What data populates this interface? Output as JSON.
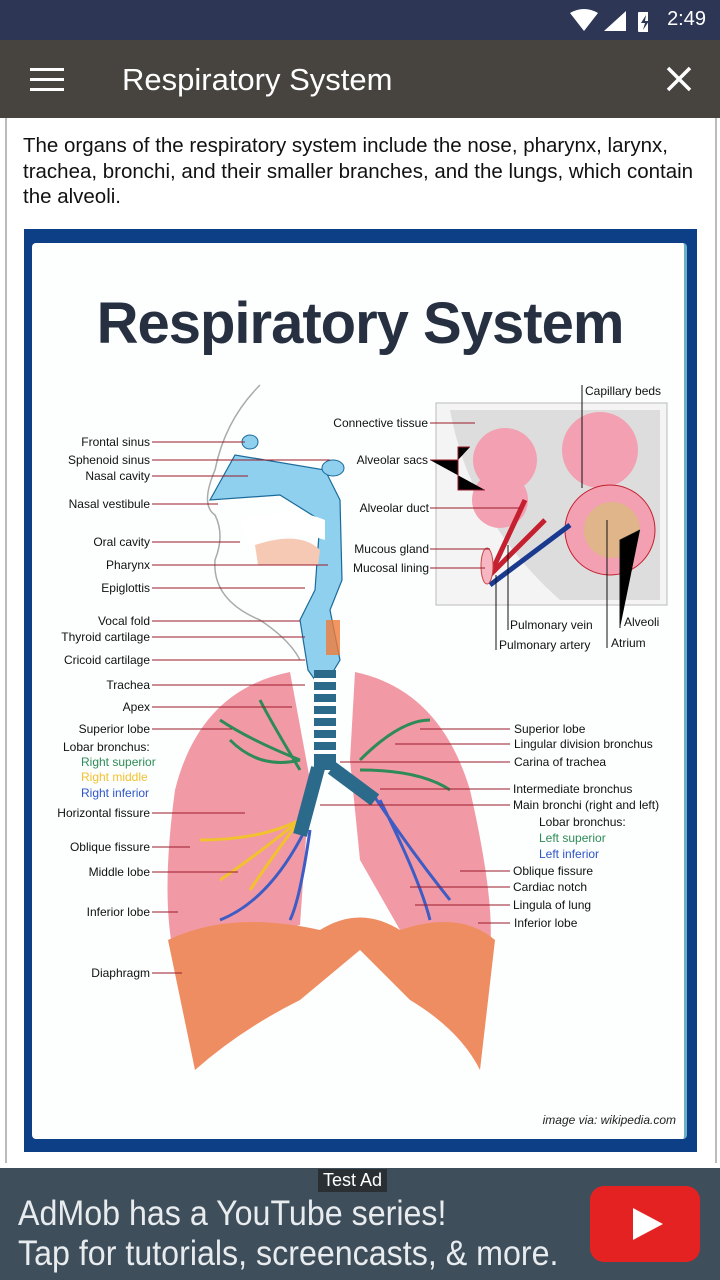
{
  "status_bar": {
    "time": "2:49",
    "icons": [
      "wifi-icon",
      "signal-icon",
      "battery-charging-icon"
    ]
  },
  "app_bar": {
    "title": "Respiratory System",
    "menu_icon": "hamburger-icon",
    "close_icon": "close-icon"
  },
  "intro_text": "The organs of the respiratory system include the nose, pharynx, larynx, trachea, bronchi, and their smaller branches, and the lungs, which contain the alveoli.",
  "diagram": {
    "title": "Respiratory System",
    "credit": "image via: wikipedia.com",
    "left_labels": [
      "Frontal sinus",
      "Sphenoid sinus",
      "Nasal cavity",
      "Nasal vestibule",
      "Oral cavity",
      "Pharynx",
      "Epiglottis",
      "Vocal fold",
      "Thyroid cartilage",
      "Cricoid cartilage",
      "Trachea",
      "Apex",
      "Superior lobe",
      "Lobar bronchus:",
      "Right superior",
      "Right middle",
      "Right inferior",
      "Horizontal fissure",
      "Oblique fissure",
      "Middle lobe",
      "Inferior lobe",
      "Diaphragm"
    ],
    "right_labels": [
      "Superior lobe",
      "Lingular division bronchus",
      "Carina of trachea",
      "Intermediate bronchus",
      "Main bronchi (right and left)",
      "Lobar bronchus:",
      "Left superior",
      "Left inferior",
      "Oblique fissure",
      "Cardiac notch",
      "Lingula of lung",
      "Inferior lobe"
    ],
    "inset_labels": [
      "Capillary beds",
      "Connective tissue",
      "Alveolar sacs",
      "Alveolar duct",
      "Mucous gland",
      "Mucosal lining",
      "Pulmonary vein",
      "Pulmonary artery",
      "Alveoli",
      "Atrium"
    ],
    "colors": {
      "superior": "#2e8b57",
      "middle": "#f2c12e",
      "inferior": "#2f55c8",
      "frame": "#0d3f86"
    }
  },
  "ad": {
    "badge": "Test Ad",
    "line1": "AdMob has a YouTube series!",
    "line2": "Tap for tutorials, screencasts, & more.",
    "button_icon": "youtube-play-icon"
  }
}
